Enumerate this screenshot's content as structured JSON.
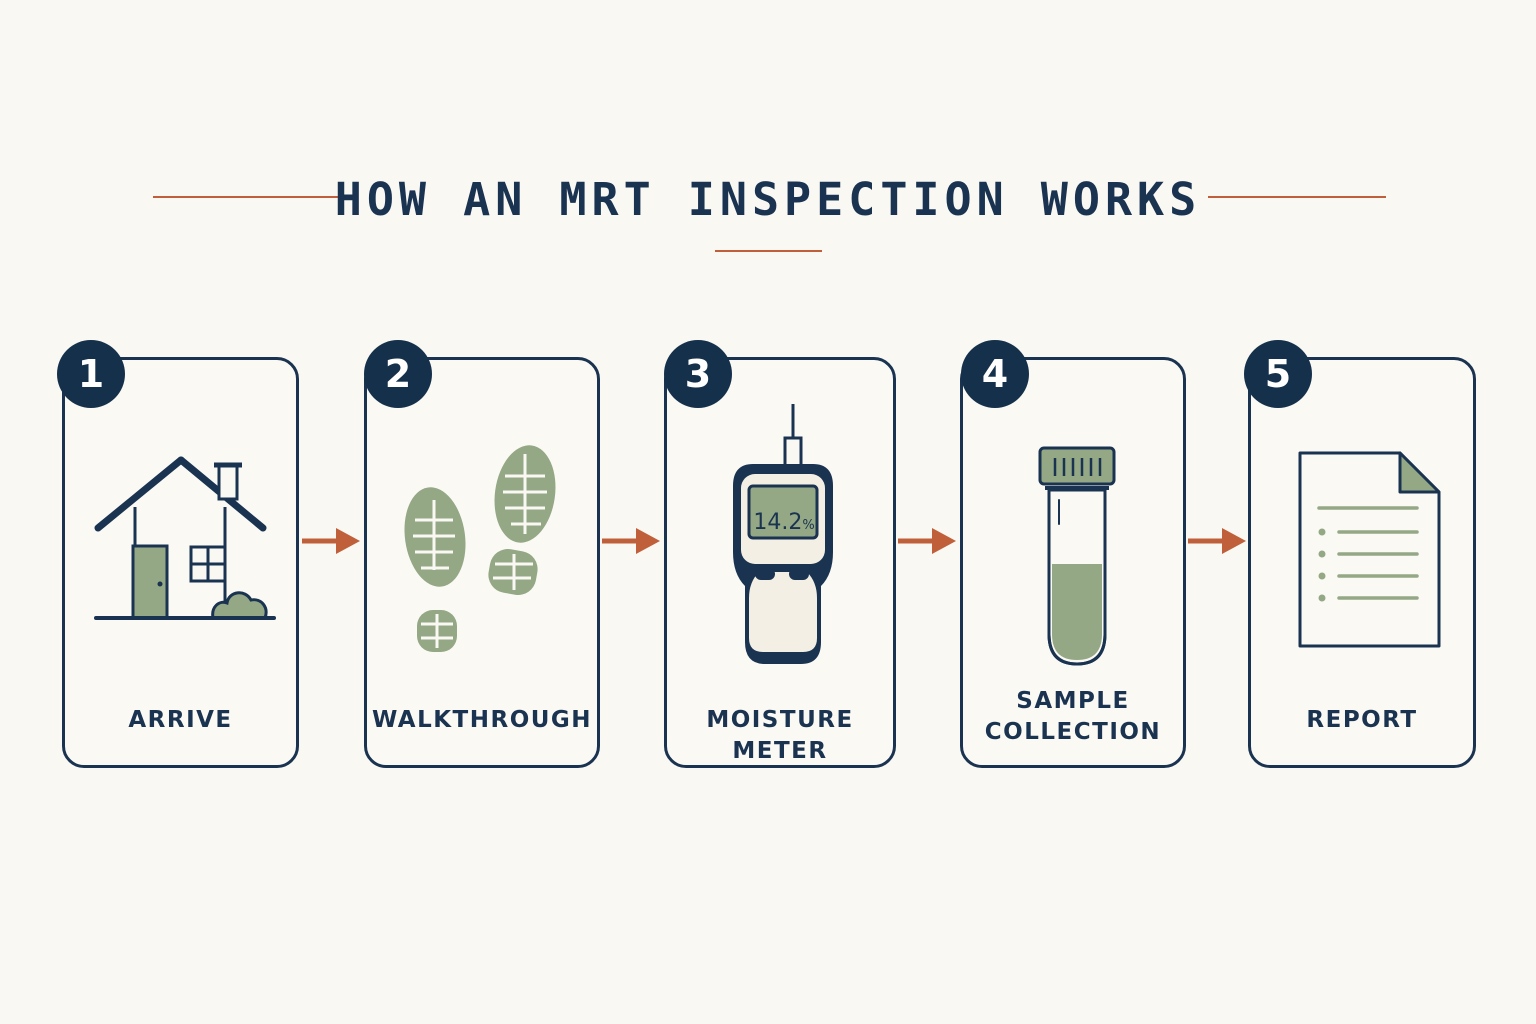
{
  "title": "HOW AN MRT INSPECTION WORKS",
  "colors": {
    "navy": "#1a3350",
    "accent": "#c0603a",
    "sage": "#94a885",
    "background": "#faf8f3"
  },
  "steps": [
    {
      "number": "1",
      "label": "ARRIVE",
      "icon": "house-icon"
    },
    {
      "number": "2",
      "label": "WALKTHROUGH",
      "icon": "footprints-icon"
    },
    {
      "number": "3",
      "label": "MOISTURE METER",
      "icon": "moisture-meter-icon",
      "reading": "14.2",
      "reading_unit": "%"
    },
    {
      "number": "4",
      "label_line1": "SAMPLE",
      "label_line2": "COLLECTION",
      "icon": "test-tube-icon"
    },
    {
      "number": "5",
      "label": "REPORT",
      "icon": "document-icon"
    }
  ]
}
